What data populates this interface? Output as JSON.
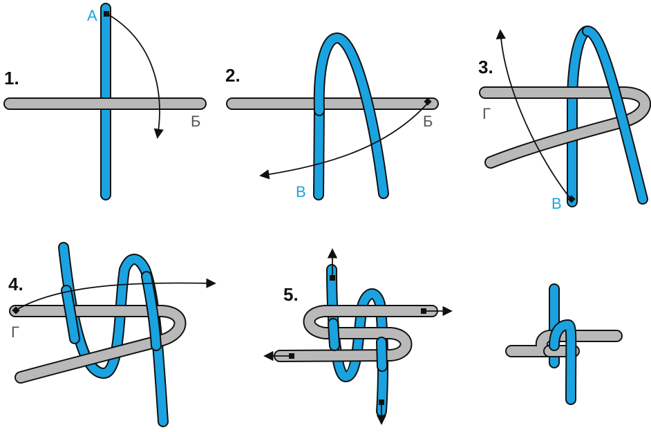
{
  "colors": {
    "blue_cord": "#1aa3e0",
    "gray_cord": "#b9b9b9",
    "outline": "#111111",
    "label_blue": "#1aa3e0",
    "label_gray": "#555555"
  },
  "steps": [
    {
      "number": "1.",
      "labels": {
        "blue_end": "А",
        "gray_end": "Б"
      }
    },
    {
      "number": "2.",
      "labels": {
        "gray_end": "Б",
        "blue_end": "В"
      }
    },
    {
      "number": "3.",
      "labels": {
        "gray_end": "Г",
        "blue_end": "В"
      }
    },
    {
      "number": "4.",
      "labels": {
        "gray_end": "Г"
      }
    },
    {
      "number": "5.",
      "labels": {}
    },
    {
      "number": "",
      "labels": {}
    }
  ]
}
